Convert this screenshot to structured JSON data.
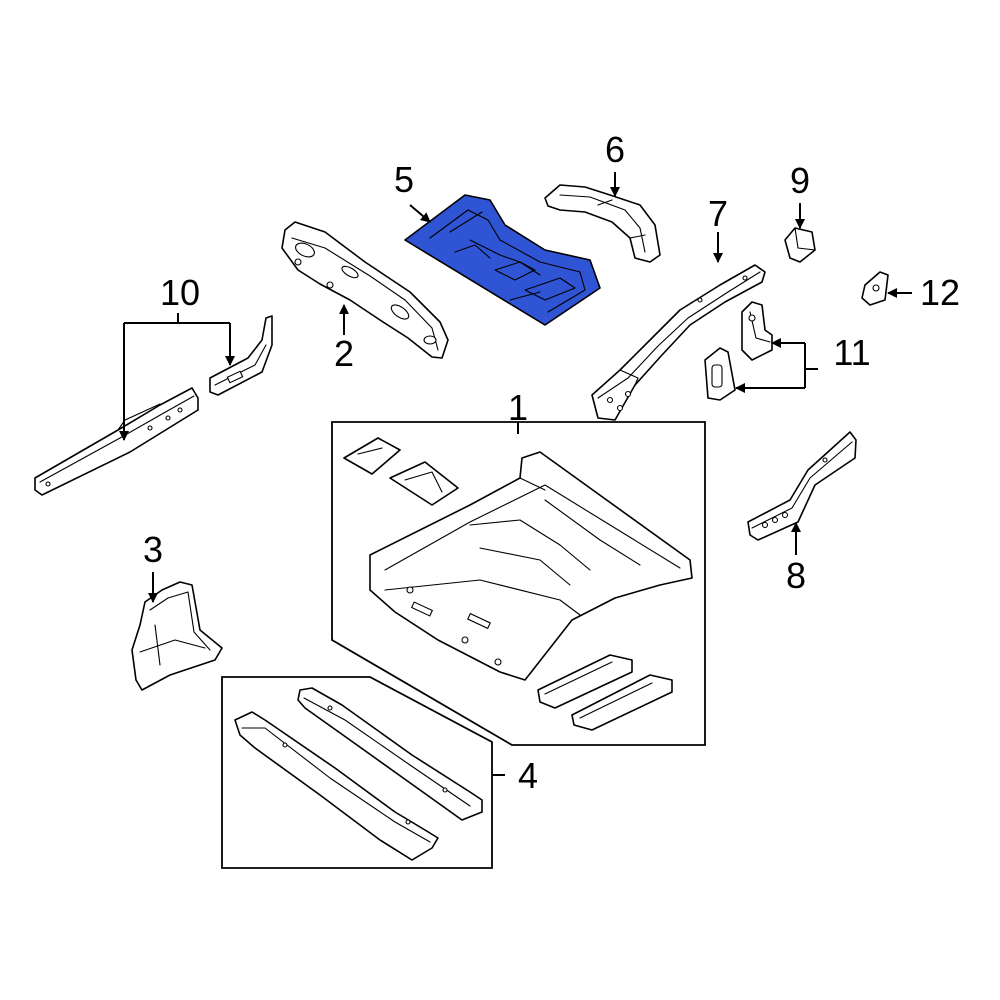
{
  "diagram": {
    "highlight_color": "#2f55d4",
    "callouts": {
      "c1": "1",
      "c2": "2",
      "c3": "3",
      "c4": "4",
      "c5": "5",
      "c6": "6",
      "c7": "7",
      "c8": "8",
      "c9": "9",
      "c10": "10",
      "c11": "11",
      "c12": "12"
    }
  }
}
